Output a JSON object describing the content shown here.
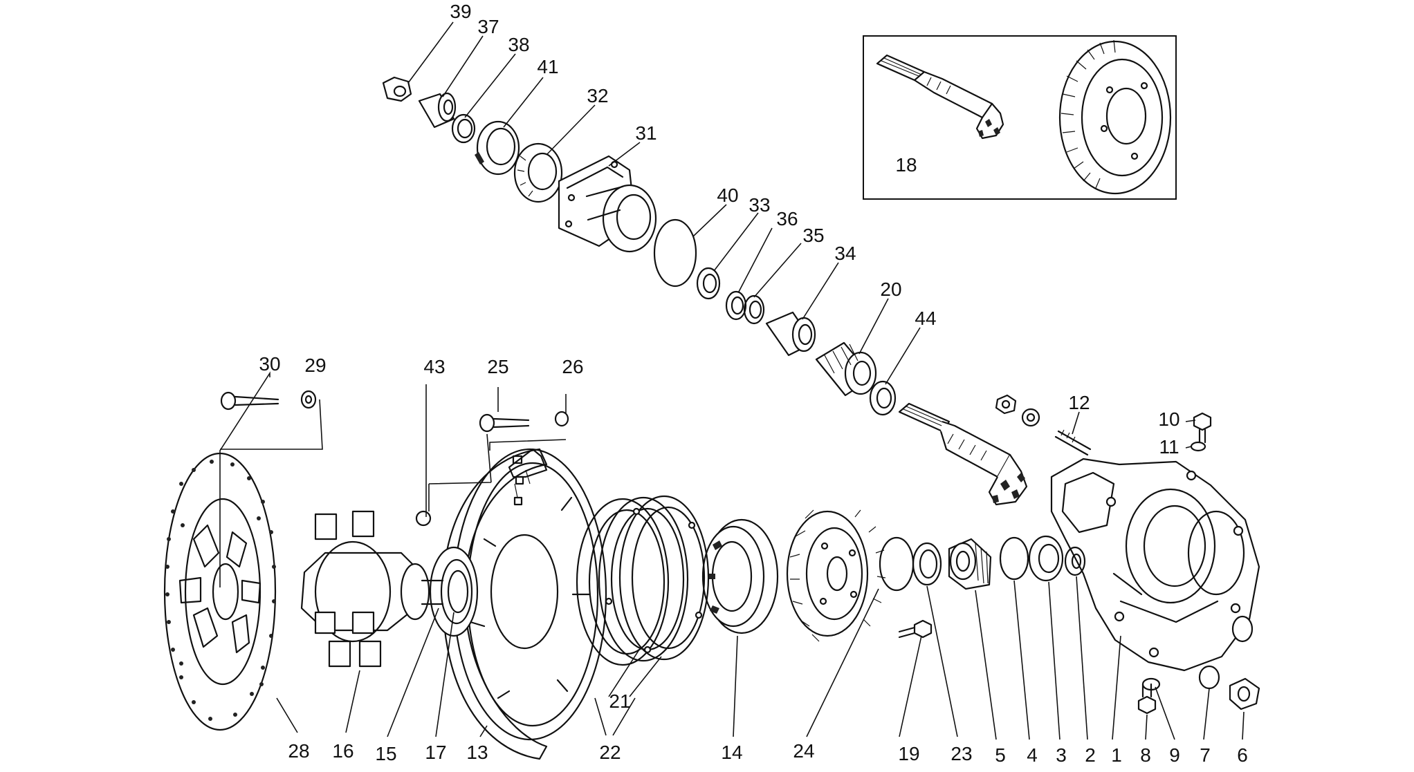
{
  "labels": [
    {
      "id": "39",
      "text": "39"
    },
    {
      "id": "37",
      "text": "37"
    },
    {
      "id": "38",
      "text": "38"
    },
    {
      "id": "41",
      "text": "41"
    },
    {
      "id": "32",
      "text": "32"
    },
    {
      "id": "31",
      "text": "31"
    },
    {
      "id": "18",
      "text": "18"
    },
    {
      "id": "40",
      "text": "40"
    },
    {
      "id": "33",
      "text": "33"
    },
    {
      "id": "36",
      "text": "36"
    },
    {
      "id": "35",
      "text": "35"
    },
    {
      "id": "34",
      "text": "34"
    },
    {
      "id": "20",
      "text": "20"
    },
    {
      "id": "44",
      "text": "44"
    },
    {
      "id": "30",
      "text": "30"
    },
    {
      "id": "29",
      "text": "29"
    },
    {
      "id": "43",
      "text": "43"
    },
    {
      "id": "25",
      "text": "25"
    },
    {
      "id": "26",
      "text": "26"
    },
    {
      "id": "12",
      "text": "12"
    },
    {
      "id": "10",
      "text": "10"
    },
    {
      "id": "11",
      "text": "11"
    },
    {
      "id": "28",
      "text": "28"
    },
    {
      "id": "16",
      "text": "16"
    },
    {
      "id": "15",
      "text": "15"
    },
    {
      "id": "17",
      "text": "17"
    },
    {
      "id": "13",
      "text": "13"
    },
    {
      "id": "22",
      "text": "22"
    },
    {
      "id": "21",
      "text": "21"
    },
    {
      "id": "14",
      "text": "14"
    },
    {
      "id": "24",
      "text": "24"
    },
    {
      "id": "19",
      "text": "19"
    },
    {
      "id": "23",
      "text": "23"
    },
    {
      "id": "5",
      "text": "5"
    },
    {
      "id": "4",
      "text": "4"
    },
    {
      "id": "3",
      "text": "3"
    },
    {
      "id": "2",
      "text": "2"
    },
    {
      "id": "1",
      "text": "1"
    },
    {
      "id": "8",
      "text": "8"
    },
    {
      "id": "9",
      "text": "9"
    },
    {
      "id": "7",
      "text": "7"
    },
    {
      "id": "6",
      "text": "6"
    }
  ]
}
